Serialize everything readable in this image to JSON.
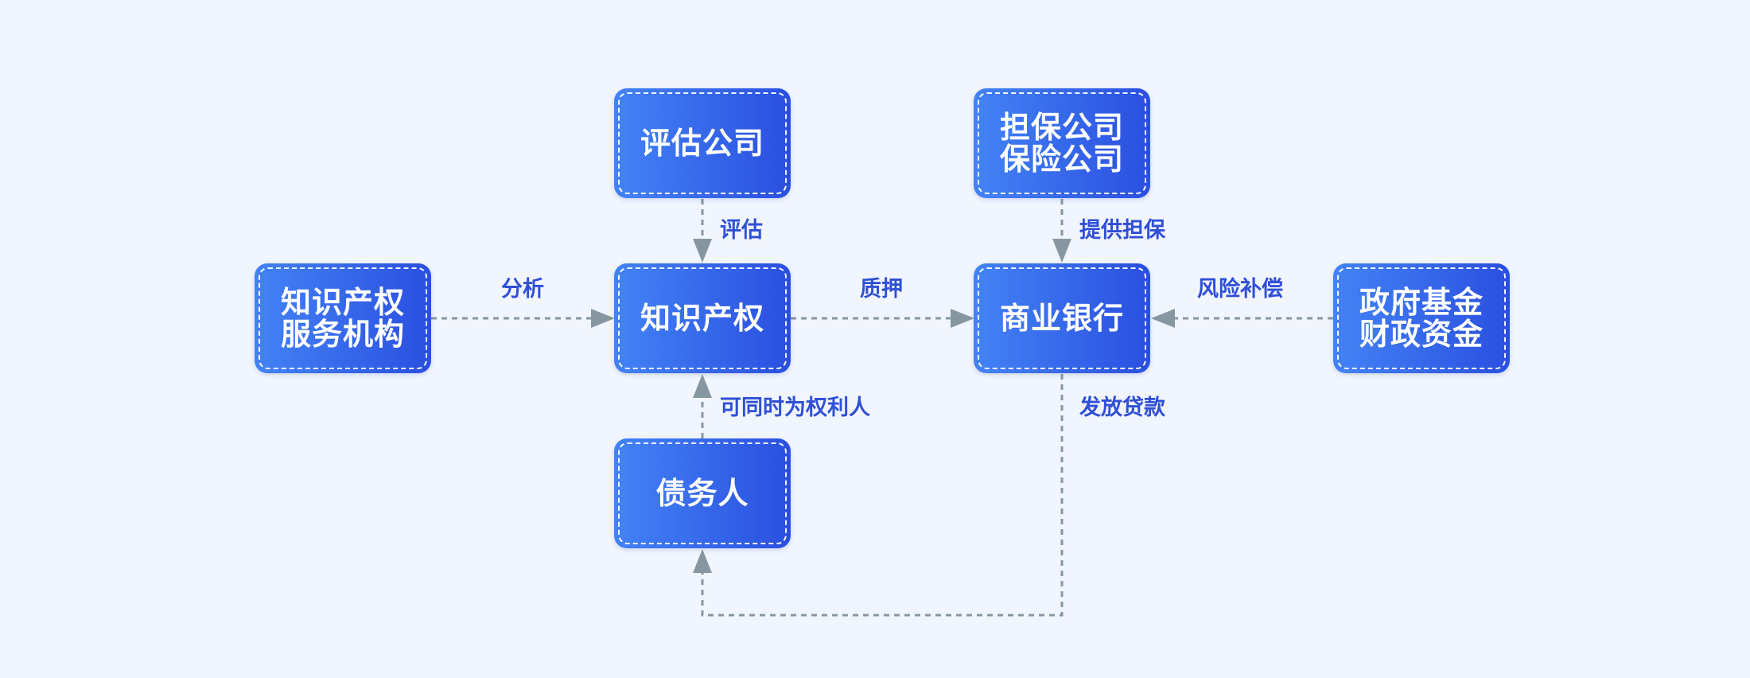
{
  "diagram": {
    "nodes": {
      "ip_service": {
        "label": "知识产权\n服务机构"
      },
      "ip": {
        "label": "知识产权"
      },
      "appraisal": {
        "label": "评估公司"
      },
      "debtor": {
        "label": "债务人"
      },
      "bank": {
        "label": "商业银行"
      },
      "guarantee": {
        "label": "担保公司\n保险公司"
      },
      "fund": {
        "label": "政府基金\n财政资金"
      }
    },
    "edges": {
      "analyze": {
        "label": "分析"
      },
      "assess": {
        "label": "评估"
      },
      "pledge": {
        "label": "质押"
      },
      "right_holder": {
        "label": "可同时为权利人"
      },
      "guarantee": {
        "label": "提供担保"
      },
      "compensation": {
        "label": "风险补偿"
      },
      "loan": {
        "label": "发放贷款"
      }
    },
    "colors": {
      "node_gradient_start": "#4383f5",
      "node_gradient_end": "#2a4fe0",
      "edge_line": "#8797a1",
      "edge_label": "#2f4fd6",
      "background": "#f1f5fd"
    }
  }
}
